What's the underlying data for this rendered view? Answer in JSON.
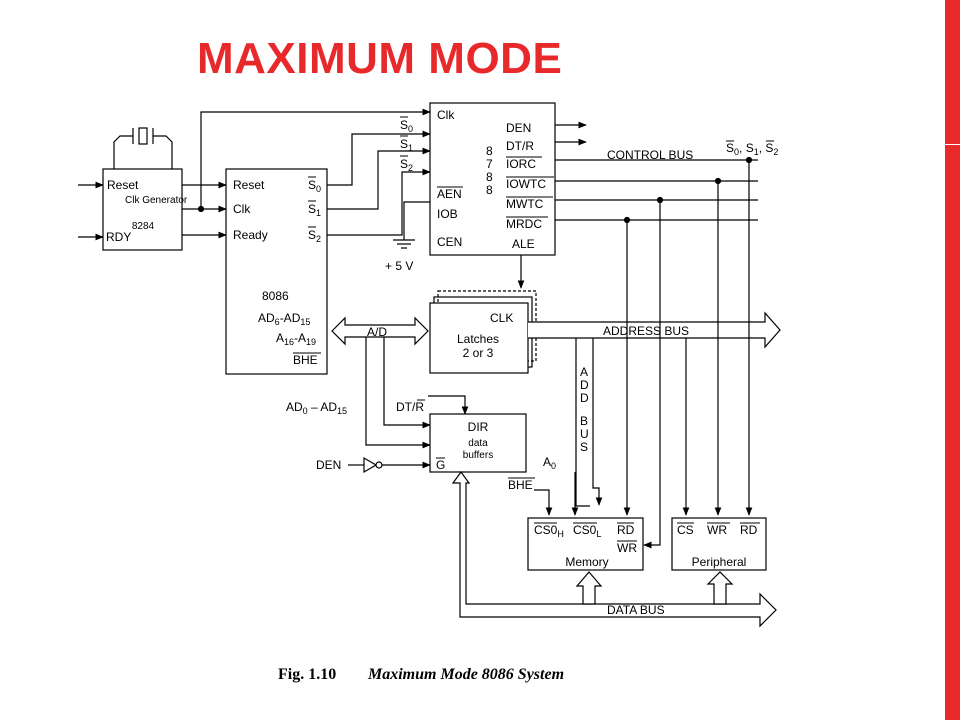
{
  "slide": {
    "title": "MAXIMUM MODE",
    "accent_color": "#e8292c"
  },
  "caption": {
    "fig": "Fig. 1.10",
    "title": "Maximum Mode 8086 System"
  },
  "clock_generator": {
    "name": "Clk Generator",
    "part": "8284",
    "pins": [
      "Reset",
      "RDY"
    ]
  },
  "cpu": {
    "part": "8086",
    "inputs": [
      "Reset",
      "Clk",
      "Ready"
    ],
    "status_pins": [
      "S",
      "S",
      "S"
    ],
    "status_subs": [
      "0",
      "1",
      "2"
    ],
    "buses": {
      "ad_high": "AD",
      "ad_high_sub": "6",
      "ad_high_sep": "-AD",
      "ad_high_sub2": "15",
      "a_high": "A",
      "a_high_sub": "16",
      "a_high_sep": "-A",
      "a_high_sub2": "19",
      "bhe": "BHE"
    }
  },
  "bus_controller": {
    "part_digits": [
      "8",
      "7",
      "8",
      "8"
    ],
    "left_pins": [
      "Clk",
      "AEN",
      "IOB",
      "CEN"
    ],
    "right_pins": [
      "DEN",
      "DT/R",
      "IORC",
      "IOWTC",
      "MWTC",
      "MRDC",
      "ALE"
    ],
    "status_inputs": [
      "S",
      "S",
      "S"
    ],
    "status_subs": [
      "0",
      "1",
      "2"
    ],
    "supply": "+ 5 V"
  },
  "latches": {
    "clk": "CLK",
    "name": "Latches",
    "count": "2 or 3"
  },
  "buffers": {
    "dir": "DIR",
    "name": "data",
    "name2": "buffers",
    "gate": "G"
  },
  "memory": {
    "name": "Memory",
    "cs_high": "CS0",
    "cs_high_sub": "H",
    "cs_low": "CS0",
    "cs_low_sub": "L",
    "rd": "RD",
    "wr": "WR"
  },
  "peripheral": {
    "name": "Peripheral",
    "cs": "CS",
    "wr": "WR",
    "rd": "RD"
  },
  "signals": {
    "ad": "A/D",
    "ad_bus": "AD",
    "ad_bus_sub": "0",
    "ad_bus_sep": " – AD",
    "ad_bus_sub2": "15",
    "dtr": "DT/R",
    "den": "DEN",
    "bhe": "BHE",
    "a0": "A",
    "a0_sub": "0"
  },
  "buses": {
    "control": "CONTROL BUS",
    "control_status": "S",
    "control_status_subs": [
      "0",
      "1",
      "2"
    ],
    "address": "ADDRESS BUS",
    "add_bus_vertical": [
      "A",
      "D",
      "D",
      "",
      "B",
      "U",
      "S"
    ],
    "data": "DATA BUS"
  }
}
